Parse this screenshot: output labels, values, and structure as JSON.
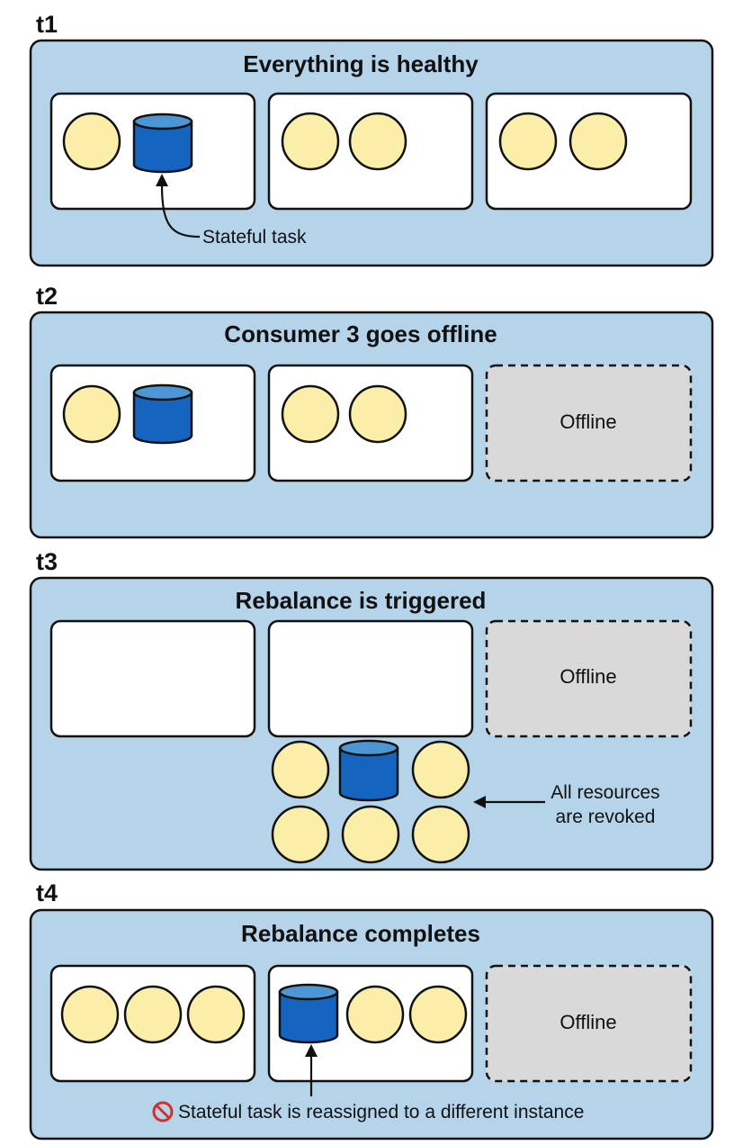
{
  "stages": [
    {
      "step": "t1",
      "title": "Everything is healthy",
      "consumers": [
        {
          "offline": false,
          "items": [
            "task",
            "db"
          ]
        },
        {
          "offline": false,
          "items": [
            "task",
            "task"
          ]
        },
        {
          "offline": false,
          "items": [
            "task",
            "task"
          ]
        }
      ],
      "annotation": "Stateful task"
    },
    {
      "step": "t2",
      "title": "Consumer 3 goes offline",
      "consumers": [
        {
          "offline": false,
          "items": [
            "task",
            "db"
          ]
        },
        {
          "offline": false,
          "items": [
            "task",
            "task"
          ]
        },
        {
          "offline": true,
          "label": "Offline"
        }
      ]
    },
    {
      "step": "t3",
      "title": "Rebalance is triggered",
      "consumers": [
        {
          "offline": false,
          "items": []
        },
        {
          "offline": false,
          "items": []
        },
        {
          "offline": true,
          "label": "Offline"
        }
      ],
      "revoked_items": [
        "task",
        "db",
        "task",
        "task",
        "task",
        "task"
      ],
      "annotation_lines": [
        "All resources",
        "are revoked"
      ]
    },
    {
      "step": "t4",
      "title": "Rebalance completes",
      "consumers": [
        {
          "offline": false,
          "items": [
            "task",
            "task",
            "task"
          ]
        },
        {
          "offline": false,
          "items": [
            "db",
            "task",
            "task"
          ]
        },
        {
          "offline": true,
          "label": "Offline"
        }
      ],
      "annotation": "Stateful task is reassigned to a different instance",
      "annotation_icon": "prohibited-icon"
    }
  ],
  "colors": {
    "panel": "#b5d4ea",
    "task": "#fbeea9",
    "db": "#1565c0",
    "db_top": "#4d96d6",
    "offline": "#d9d9d9",
    "prohibited": "#d32f2f"
  }
}
